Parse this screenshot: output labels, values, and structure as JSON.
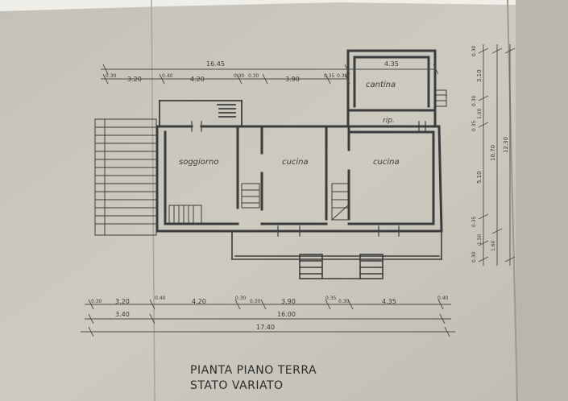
{
  "title_block": {
    "line1": "PIANTA PIANO TERRA",
    "line2": "STATO VARIATO"
  },
  "rooms": {
    "soggiorno": "soggiorno",
    "cucina_1": "cucina",
    "cucina_2": "cucina",
    "cantina": "cantina",
    "rip": "rip."
  },
  "dimensions_top": {
    "overall": "16.45",
    "segments": [
      "0.30",
      "3.20",
      "0.40",
      "4.20",
      "0.30",
      "0.30",
      "3.90",
      "0.35",
      "0.30"
    ],
    "cantina_width": "4.35"
  },
  "dimensions_bottom": {
    "row1": [
      "0.30",
      "3.20",
      "0.40",
      "4.20",
      "0.30",
      "0.30",
      "3.90",
      "0.35",
      "0.30",
      "4.35",
      "0.40"
    ],
    "row2": [
      "3.40",
      "16.00"
    ],
    "overall": "17.40"
  },
  "dimensions_right": {
    "inner": [
      "0.30",
      "3.10",
      "0.30",
      "1.00",
      "0.35",
      "5.10",
      "0.35",
      "1.50",
      "0.30",
      "1.60"
    ],
    "total_1": "10.70",
    "total_2": "12.30"
  },
  "colors": {
    "paper": "#c9c7bb",
    "paper_shadow": "#a9a69a",
    "ink": "#3a3a3a"
  }
}
